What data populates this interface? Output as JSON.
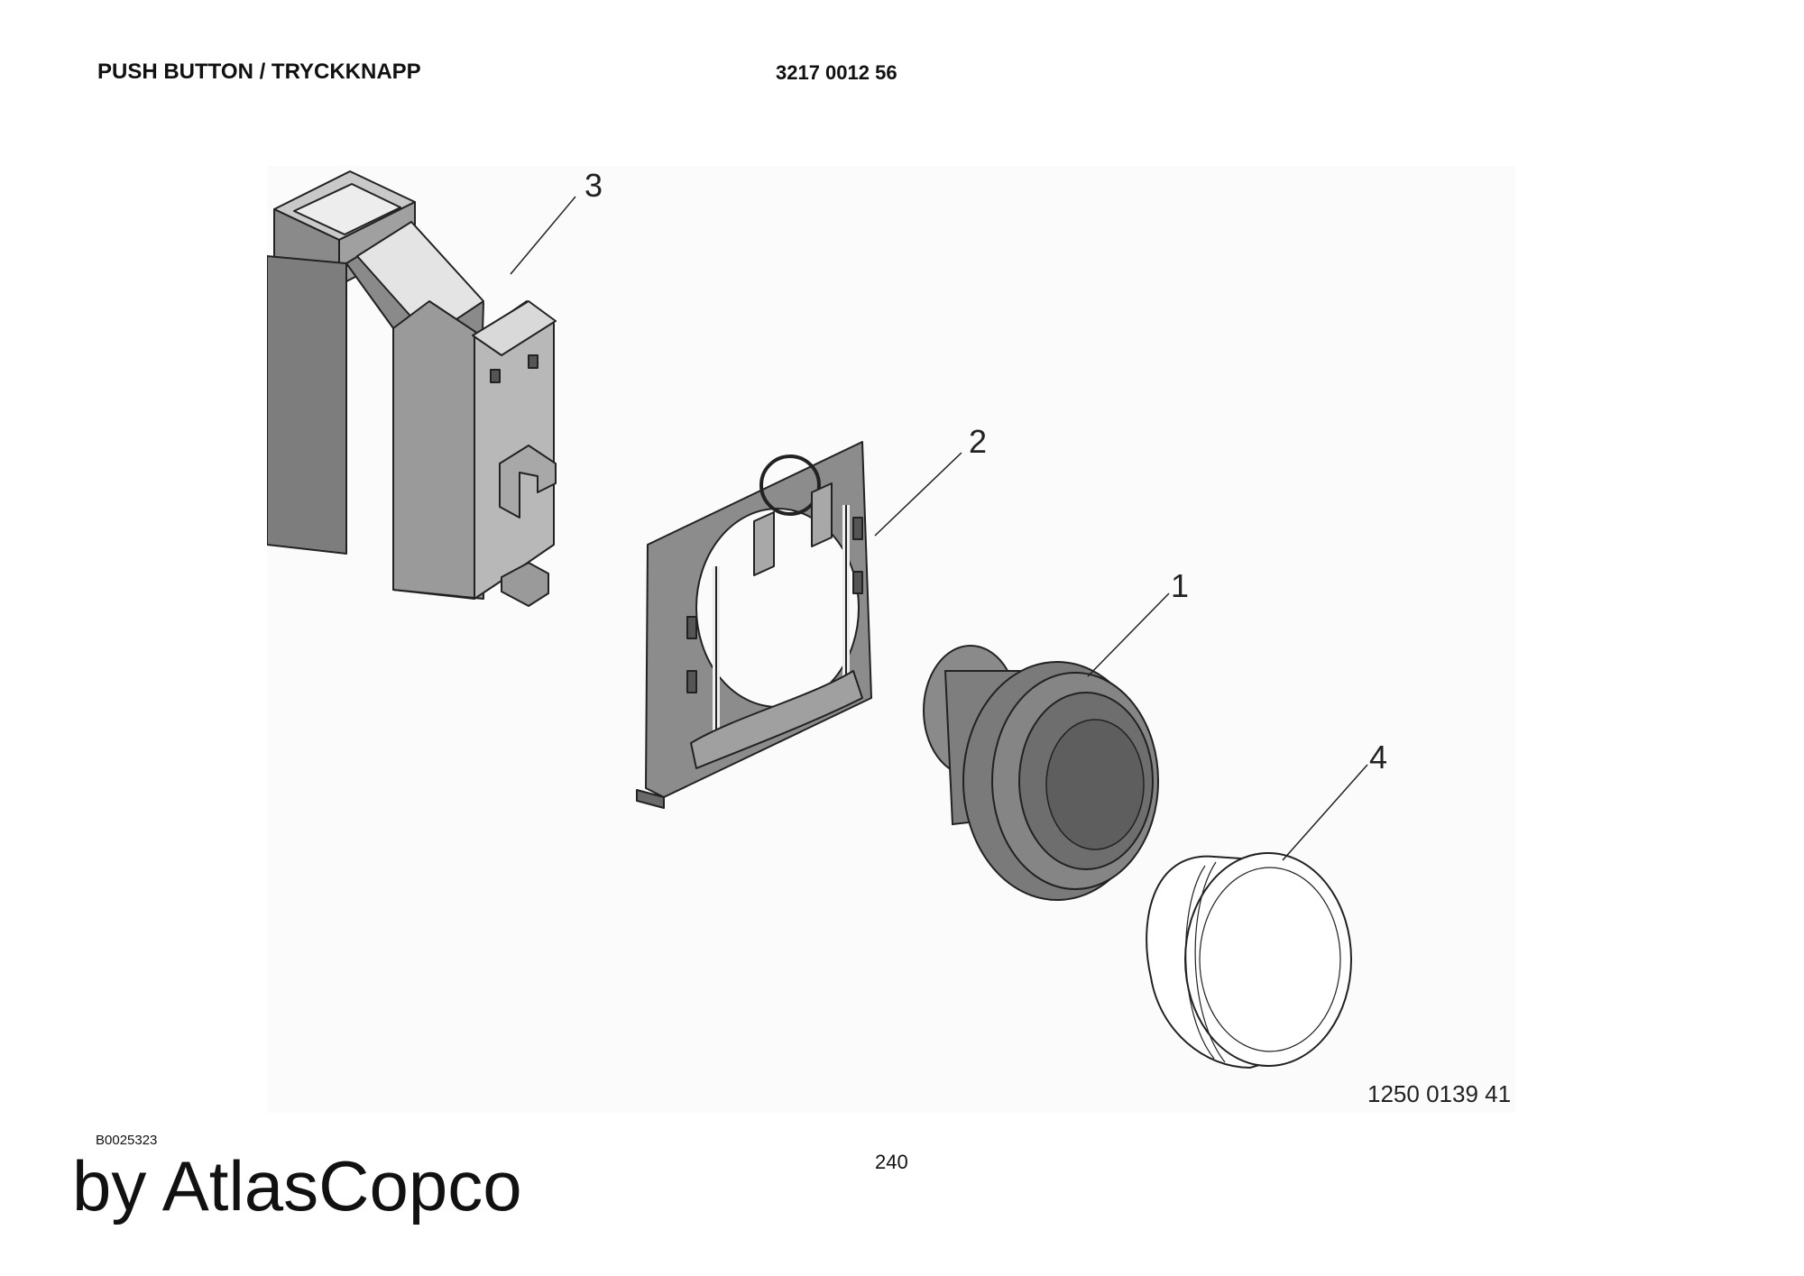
{
  "header": {
    "title": "PUSH BUTTON / TRYCKKNAPP",
    "part_number": "3217 0012 56"
  },
  "drawing": {
    "callouts": [
      "3",
      "2",
      "1",
      "4"
    ],
    "drawing_number": "1250 0139 41"
  },
  "footer": {
    "figure_code": "B0025323",
    "page_number": "240",
    "brand": "by AtlasCopco"
  },
  "colors": {
    "part_dark": "#7a7a7a",
    "part_mid": "#9a9a9a",
    "part_light": "#c9c9c9",
    "outline": "#222222",
    "lens": "#ffffff"
  }
}
